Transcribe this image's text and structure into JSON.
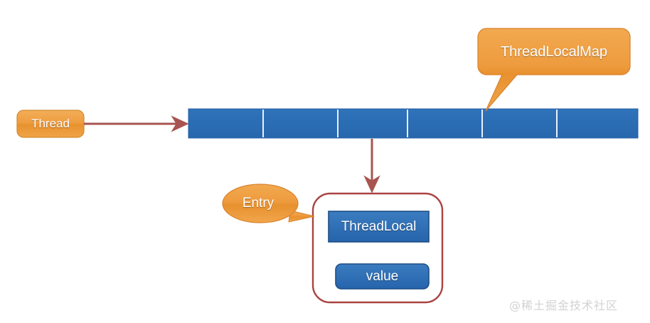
{
  "diagram": {
    "title": "ThreadLocal / ThreadLocalMap structure diagram",
    "thread_node": {
      "label": "Thread",
      "shape": "rounded-rect",
      "fill": "#ed9c3c"
    },
    "callouts": [
      {
        "id": "threadlocalmap",
        "label": "ThreadLocalMap",
        "shape": "rounded-rect-callout",
        "fill": "#ef9a3f",
        "points_to": "table-array"
      },
      {
        "id": "entry",
        "label": "Entry",
        "shape": "oval-callout",
        "fill": "#ef9a3f",
        "points_to": "entry-box"
      }
    ],
    "table": {
      "name": "ThreadLocalMap table array",
      "cell_count": 6,
      "fill": "#2a6db5",
      "cells": [
        "",
        "",
        "",
        "",
        "",
        ""
      ]
    },
    "entry_box": {
      "label": "Entry",
      "border_color": "#a94442",
      "fields": [
        {
          "label": "ThreadLocal",
          "fill": "#2a6db5",
          "shape": "rect"
        },
        {
          "label": "value",
          "fill": "#2a6db5",
          "shape": "rounded-rect"
        }
      ]
    },
    "arrows": [
      {
        "name": "thread-to-table",
        "from": "Thread",
        "to": "table-array",
        "color": "#a85450",
        "direction": "right"
      },
      {
        "name": "table-to-entry",
        "from": "table-array",
        "to": "entry-box",
        "color": "#a85450",
        "direction": "down"
      }
    ],
    "colors": {
      "orange": "#ef9a3f",
      "orange_dark": "#d9822b",
      "blue": "#2a6db5",
      "blue_dark": "#1f5289",
      "red": "#a85450",
      "watermark": "#d2d2d2"
    }
  },
  "watermark": {
    "text": "@稀土掘金技术社区"
  }
}
